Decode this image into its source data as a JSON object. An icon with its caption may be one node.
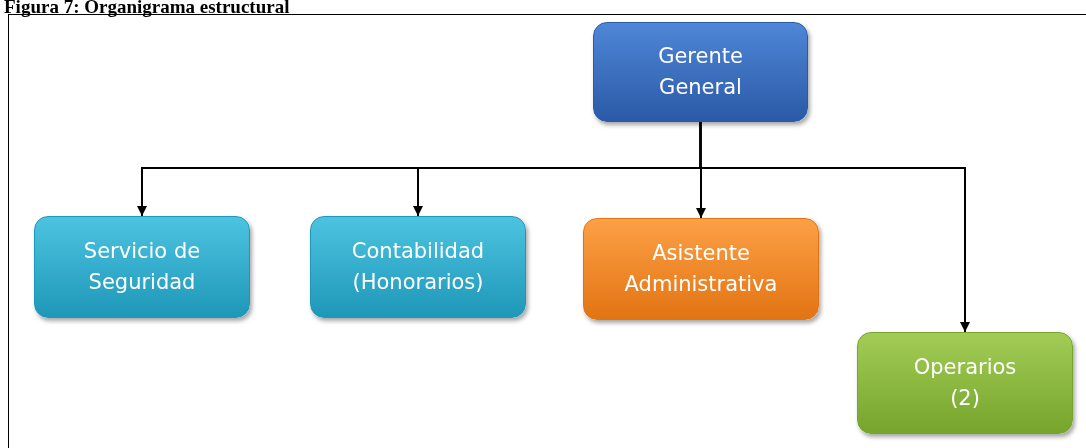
{
  "diagram": {
    "title": "Figura 7: Organigrama estructural",
    "nodes": [
      {
        "text": [
          "Gerente General"
        ]
      },
      {
        "text": [
          "Servicio de Seguridad"
        ]
      },
      {
        "text": [
          "Contabilidad (Honorarios)"
        ]
      },
      {
        "text": [
          "Asistente Administrativa"
        ]
      },
      {
        "text": [
          "Operarios (2)"
        ]
      }
    ],
    "edges": [
      {
        "from": 0,
        "to": 1,
        "arrow": "to"
      },
      {
        "from": 0,
        "to": 2,
        "arrow": "to"
      },
      {
        "from": 0,
        "to": 3,
        "arrow": "to"
      },
      {
        "from": 0,
        "to": 4,
        "arrow": "to"
      }
    ]
  }
}
